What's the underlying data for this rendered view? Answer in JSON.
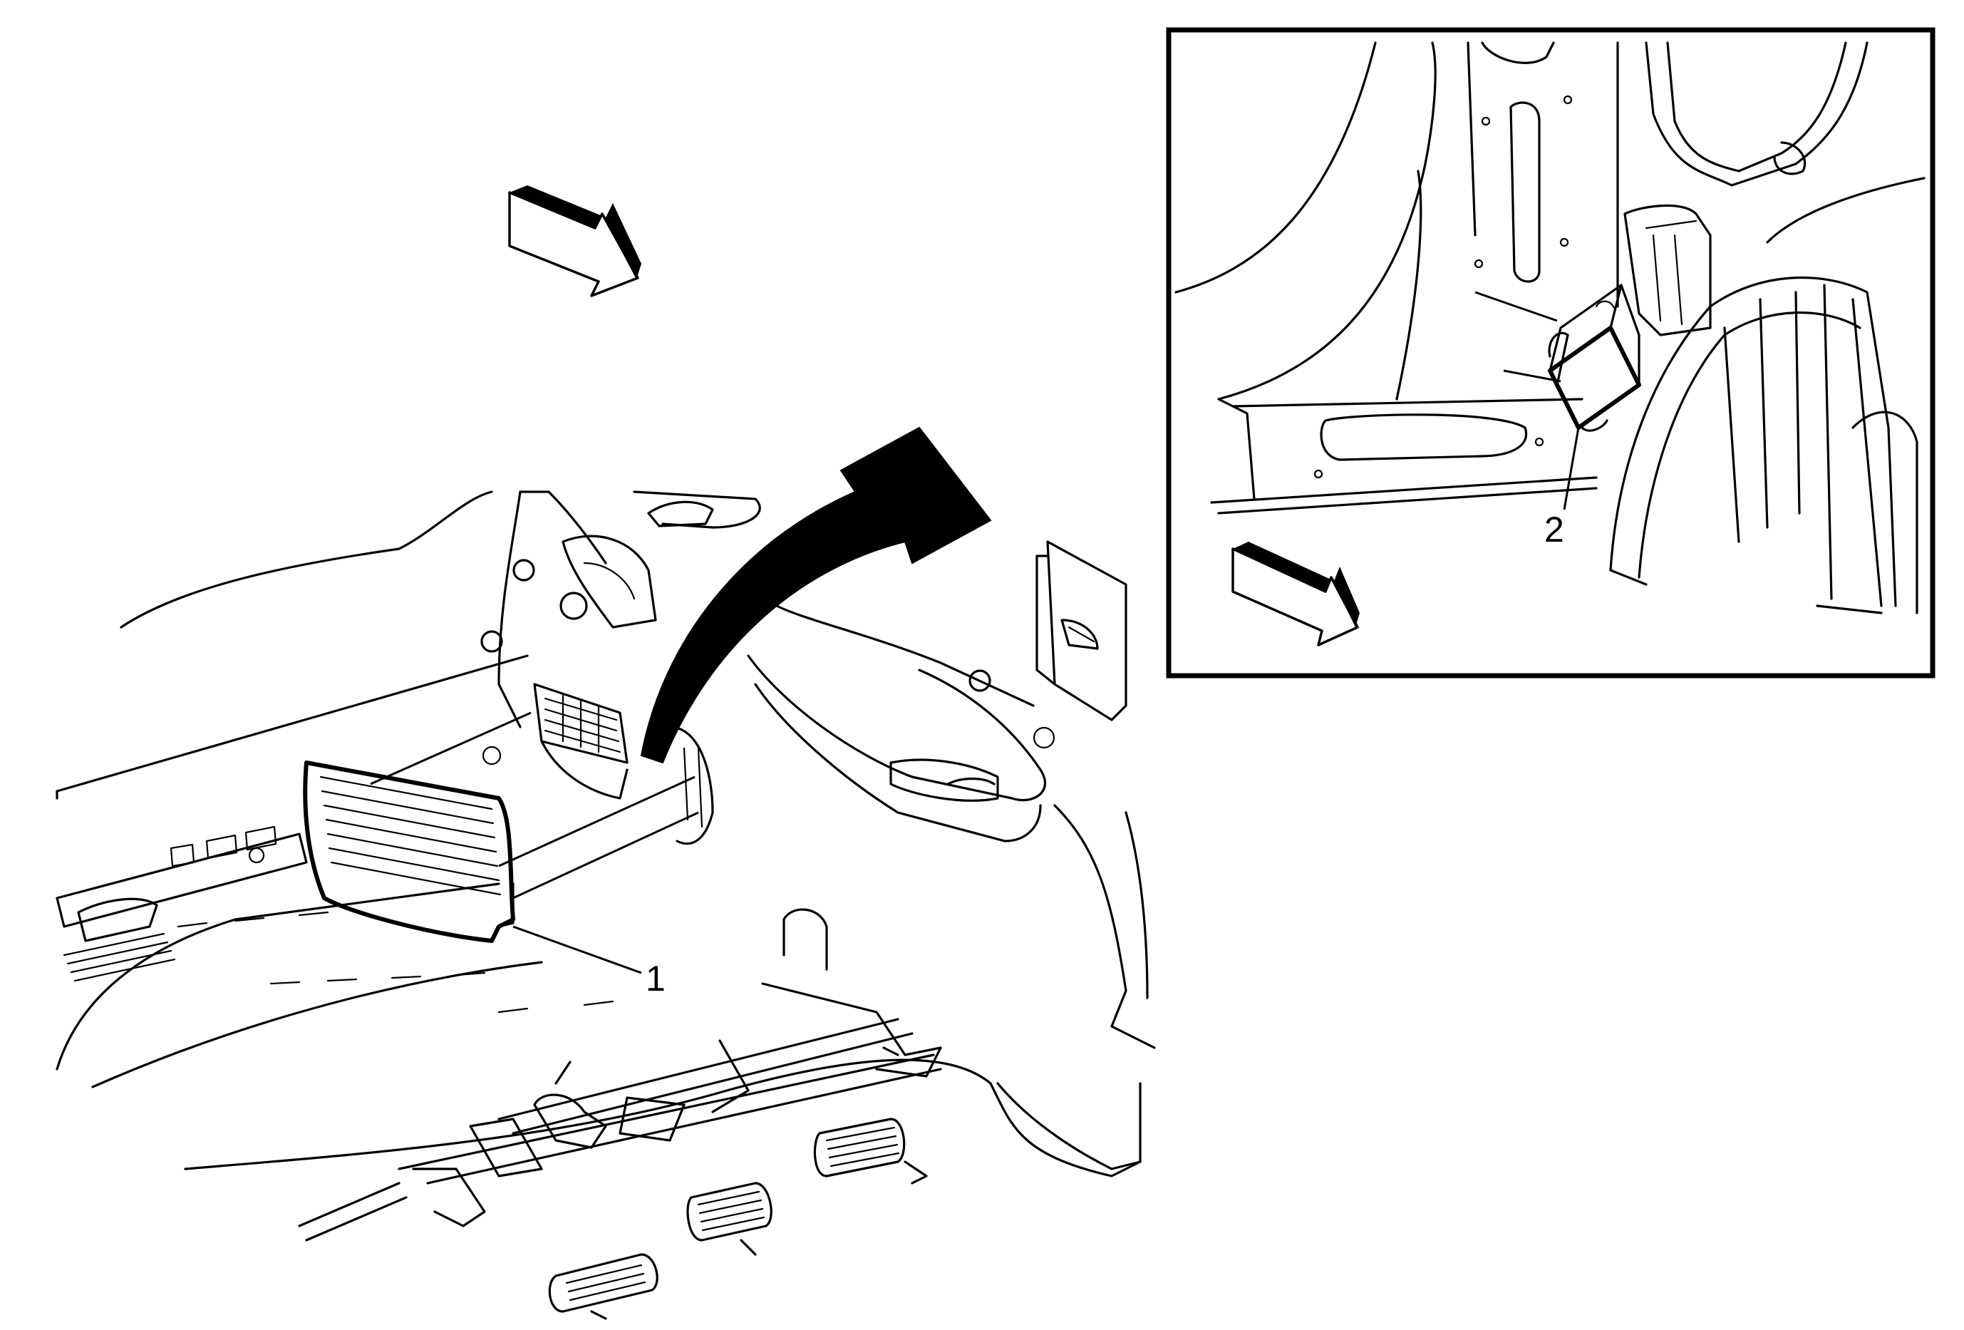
{
  "callouts": [
    {
      "id": "1",
      "label": "1"
    },
    {
      "id": "2",
      "label": "2"
    }
  ],
  "colors": {
    "line": "#000000",
    "background": "#ffffff",
    "fill_light": "#ffffff",
    "fill_dark": "#000000"
  }
}
